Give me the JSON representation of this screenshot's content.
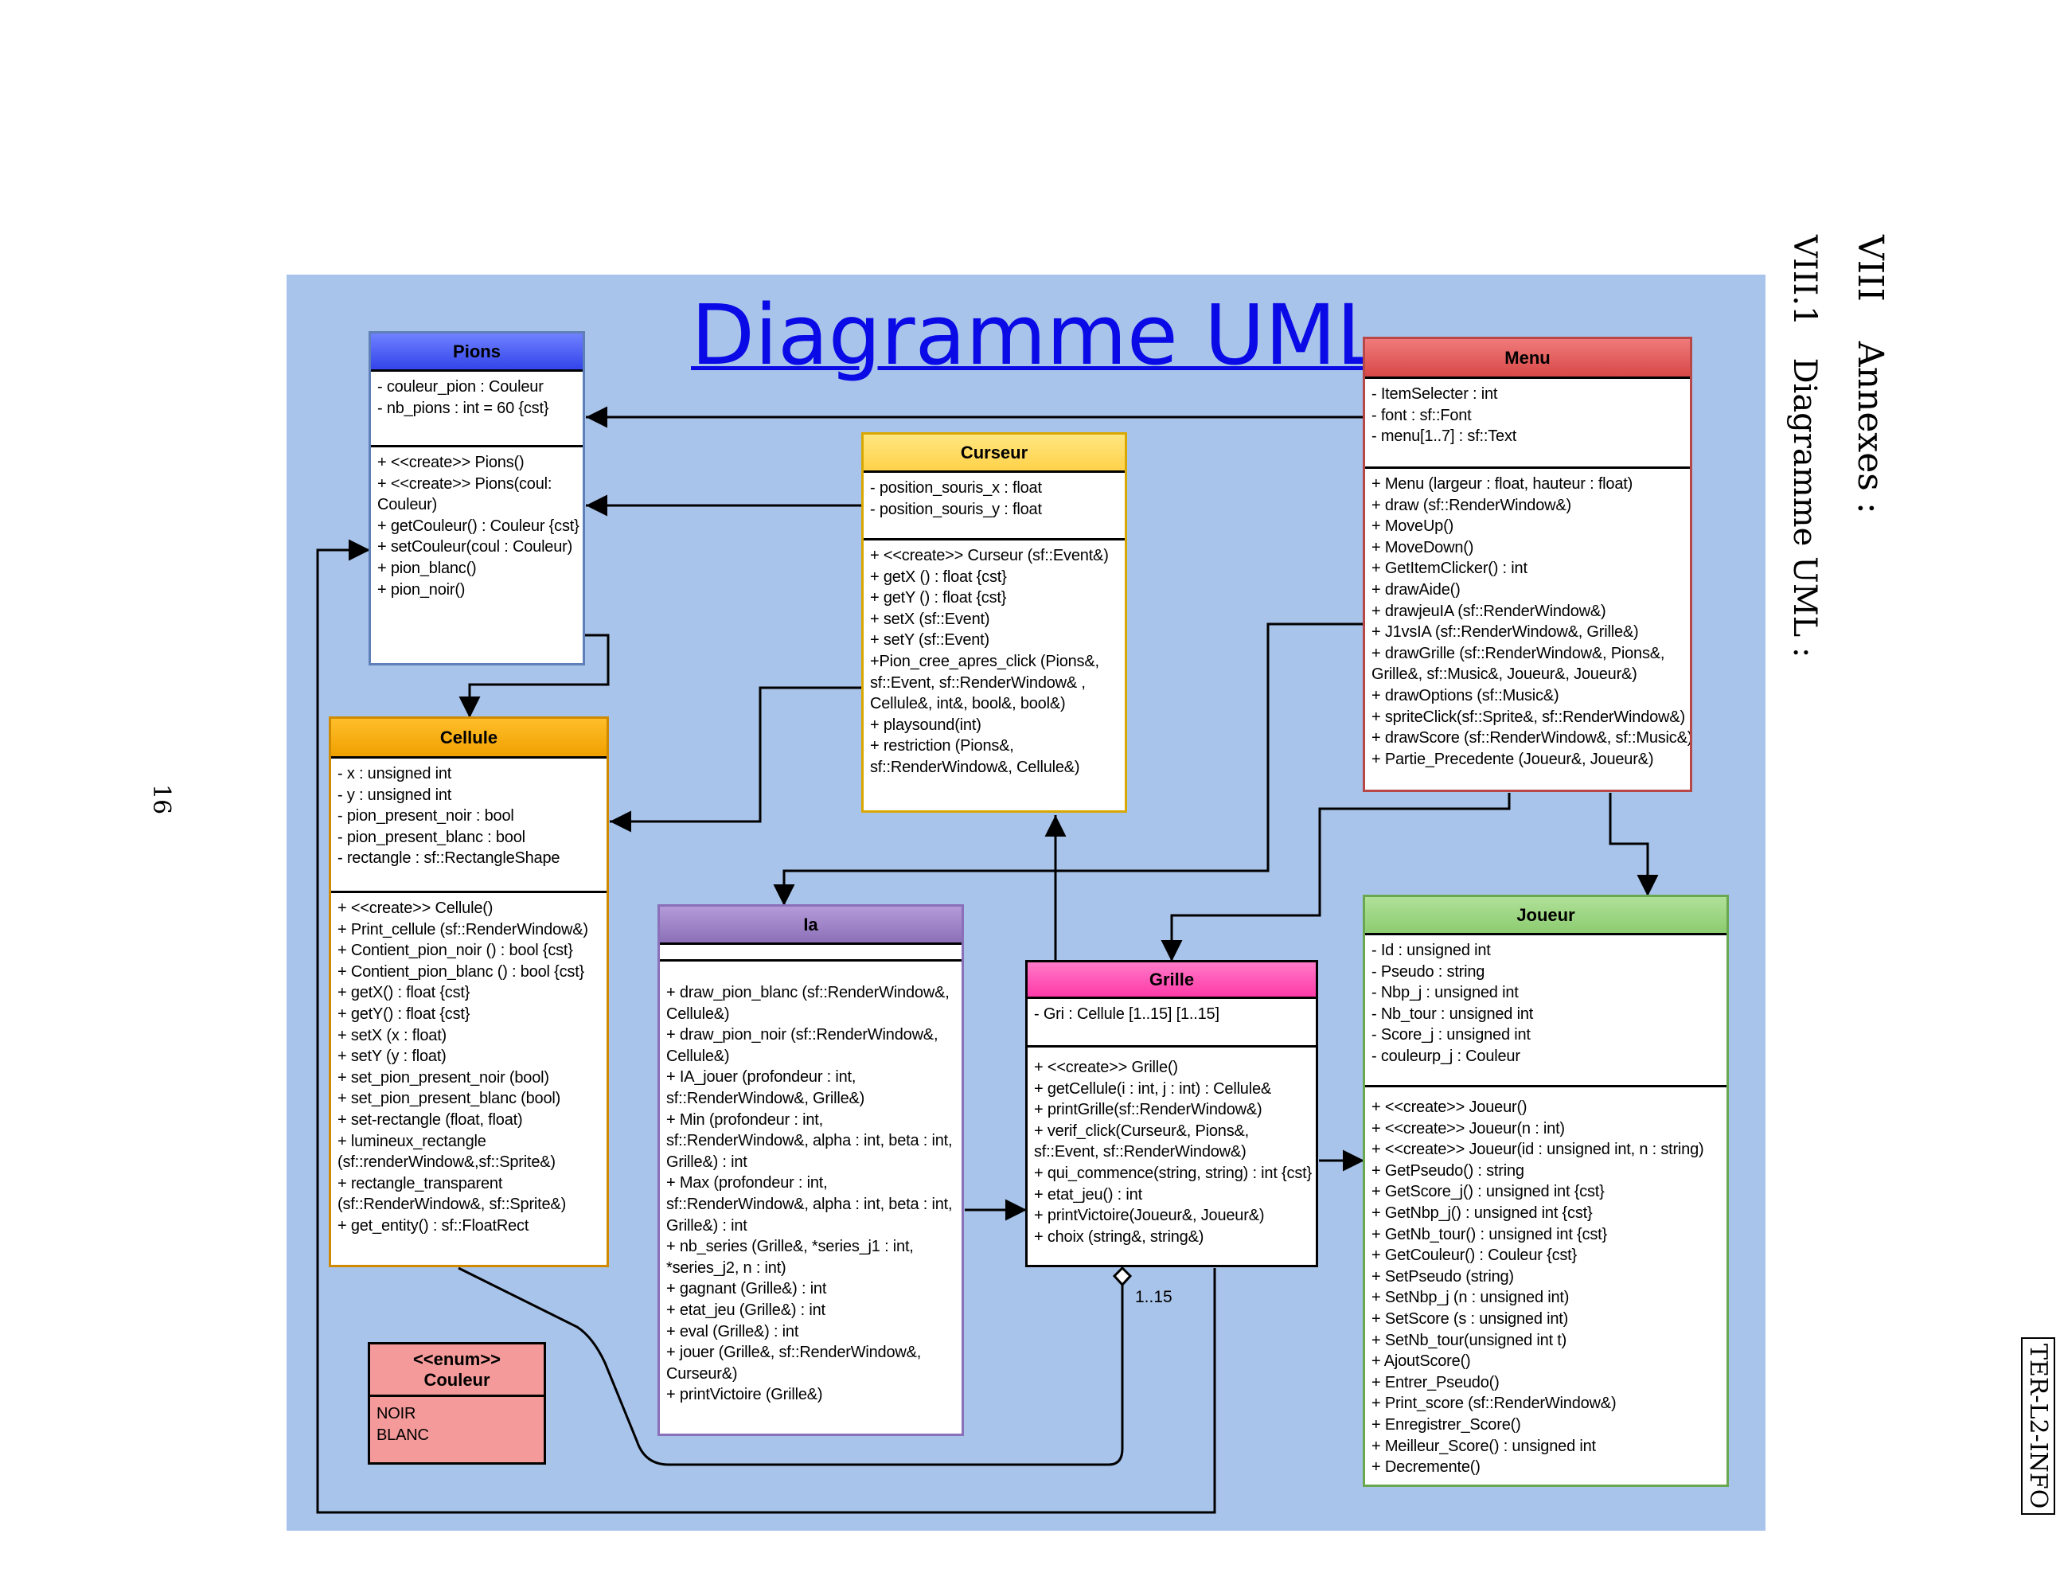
{
  "page": {
    "section": "VIII",
    "section_title": "Annexes :",
    "subsection": "VIII.1",
    "subsection_title": "Diagramme UML :",
    "page_number": "16",
    "course_label": "TER-L2-INFO"
  },
  "diagram": {
    "title": "Diagramme UML",
    "multiplicity": "1..15",
    "colors": {
      "background": "#a9c4ea",
      "pions": "#4a5cf0",
      "cellule": "#f5a800",
      "curseur": "#ffd75a",
      "ia": "#9a7fc0",
      "grille": "#ff4fb0",
      "menu": "#e25a5a",
      "joueur": "#95d07a",
      "couleur_enum": "#f59a9a"
    },
    "classes": {
      "pions": {
        "name": "Pions",
        "attributes": [
          "- couleur_pion : Couleur",
          "- nb_pions : int = 60 {cst}"
        ],
        "methods": [
          "+ <<create>> Pions()",
          "+ <<create>> Pions(coul:",
          "Couleur)",
          "+ getCouleur() : Couleur {cst}",
          "+ setCouleur(coul : Couleur)",
          "+ pion_blanc()",
          "+ pion_noir()"
        ]
      },
      "curseur": {
        "name": "Curseur",
        "attributes": [
          "- position_souris_x : float",
          "- position_souris_y : float"
        ],
        "methods": [
          "+ <<create>> Curseur (sf::Event&)",
          "+ getX () : float {cst}",
          "+ getY () : float {cst}",
          "+ setX (sf::Event)",
          "+ setY (sf::Event)",
          "+Pion_cree_apres_click (Pions&,",
          "sf::Event, sf::RenderWindow& ,",
          "Cellule&, int&, bool&, bool&)",
          "+ playsound(int)",
          "+ restriction (Pions&,",
          "sf::RenderWindow&, Cellule&)"
        ]
      },
      "menu": {
        "name": "Menu",
        "attributes": [
          "- ItemSelecter : int",
          "- font : sf::Font",
          "- menu[1..7] : sf::Text"
        ],
        "methods": [
          "+ Menu (largeur : float, hauteur : float)",
          "+ draw (sf::RenderWindow&)",
          "+ MoveUp()",
          "+ MoveDown()",
          "+ GetItemClicker() : int",
          "+ drawAide()",
          "+ drawjeuIA (sf::RenderWindow&)",
          "+ J1vsIA (sf::RenderWindow&, Grille&)",
          "+ drawGrille (sf::RenderWindow&, Pions&,",
          "Grille&, sf::Music&, Joueur&, Joueur&)",
          "+ drawOptions (sf::Music&)",
          "+ spriteClick(sf::Sprite&, sf::RenderWindow&)",
          "+ drawScore (sf::RenderWindow&, sf::Music&)",
          "+ Partie_Precedente (Joueur&, Joueur&)"
        ]
      },
      "cellule": {
        "name": "Cellule",
        "attributes": [
          "-  x : unsigned int",
          "-  y : unsigned int",
          "- pion_present_noir : bool",
          "- pion_present_blanc : bool",
          "- rectangle : sf::RectangleShape"
        ],
        "methods": [
          "+  <<create>> Cellule()",
          "+ Print_cellule (sf::RenderWindow&)",
          "+ Contient_pion_noir () : bool {cst}",
          "+ Contient_pion_blanc () : bool {cst}",
          "+ getX() : float {cst}",
          "+ getY() : float {cst}",
          "+ setX (x : float)",
          "+ setY (y : float)",
          "+ set_pion_present_noir (bool)",
          "+ set_pion_present_blanc (bool)",
          "+ set-rectangle (float, float)",
          "+ lumineux_rectangle",
          "(sf::renderWindow&,sf::Sprite&)",
          "+ rectangle_transparent",
          "(sf::RenderWindow&, sf::Sprite&)",
          "+ get_entity() : sf::FloatRect"
        ]
      },
      "ia": {
        "name": "Ia",
        "attributes": [],
        "methods": [
          "+ draw_pion_blanc (sf::RenderWindow&,",
          "Cellule&)",
          "+ draw_pion_noir (sf::RenderWindow&,",
          "Cellule&)",
          "+ IA_jouer (profondeur : int,",
          "sf::RenderWindow&, Grille&)",
          "+ Min (profondeur : int,",
          "sf::RenderWindow&, alpha : int, beta : int,",
          "Grille&) : int",
          "+ Max (profondeur : int,",
          "sf::RenderWindow&, alpha : int, beta : int,",
          "Grille&) : int",
          "+ nb_series (Grille&, *series_j1 : int,",
          "*series_j2, n : int)",
          "+ gagnant (Grille&) : int",
          "+ etat_jeu (Grille&) : int",
          "+ eval (Grille&) : int",
          "+ jouer (Grille&, sf::RenderWindow&,",
          "Curseur&)",
          "+ printVictoire (Grille&)"
        ]
      },
      "grille": {
        "name": "Grille",
        "attributes": [
          "- Gri : Cellule [1..15] [1..15]"
        ],
        "methods": [
          "+ <<create>> Grille()",
          "+ getCellule(i : int, j : int) : Cellule&",
          "+ printGrille(sf::RenderWindow&)",
          "+ verif_click(Curseur&, Pions&,",
          "sf::Event, sf::RenderWindow&)",
          "+ qui_commence(string, string) : int {cst}",
          "+ etat_jeu() : int",
          "+ printVictoire(Joueur&, Joueur&)",
          "+ choix (string&, string&)"
        ]
      },
      "joueur": {
        "name": "Joueur",
        "attributes": [
          "- Id : unsigned int",
          "- Pseudo : string",
          "- Nbp_j : unsigned int",
          "- Nb_tour : unsigned int",
          "- Score_j : unsigned int",
          "- couleurp_j : Couleur"
        ],
        "methods": [
          "+ <<create>> Joueur()",
          "+ <<create>> Joueur(n : int)",
          "+ <<create>> Joueur(id : unsigned int, n : string)",
          "+ GetPseudo() : string",
          "+ GetScore_j() : unsigned int {cst}",
          "+ GetNbp_j() : unsigned int {cst}",
          "+ GetNb_tour() : unsigned int {cst}",
          "+ GetCouleur() : Couleur {cst}",
          "+ SetPseudo (string)",
          "+ SetNbp_j (n : unsigned int)",
          "+ SetScore (s : unsigned int)",
          "+ SetNb_tour(unsigned int t)",
          "+ AjoutScore()",
          "+ Entrer_Pseudo()",
          "+ Print_score (sf::RenderWindow&)",
          "+ Enregistrer_Score()",
          "+ Meilleur_Score() : unsigned int",
          "+ Decremente()"
        ]
      },
      "couleur": {
        "stereotype": "<<enum>>",
        "name": "Couleur",
        "values": [
          "NOIR",
          "BLANC"
        ]
      }
    }
  }
}
